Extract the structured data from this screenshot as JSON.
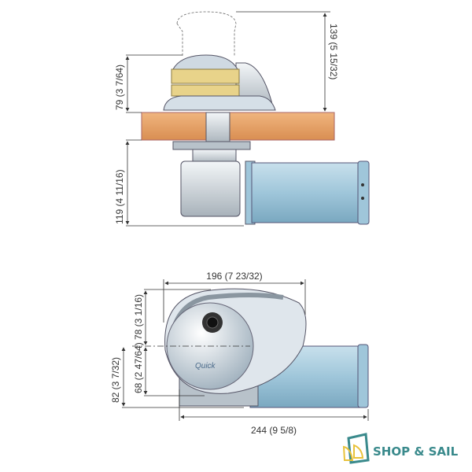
{
  "side_view": {
    "height_above_deck_open": "139 (5 15/32)",
    "height_above_deck": "79 (3 7/64)",
    "height_below_deck": "119 (4 11/16)"
  },
  "top_view": {
    "width": "196 (7 23/32)",
    "front_to_center": "78 (3 1/16)",
    "center_to_back": "68 (2 47/64)",
    "center_to_motor": "82 (3 7/32)",
    "overall_length": "244 (9 5/8)"
  },
  "logo": {
    "text": "SHOP & SAIL"
  },
  "colors": {
    "motor": "#a9cfe0",
    "deck": "#e9a468",
    "body": "#dfe6ec",
    "brand": "#3a8a8c"
  }
}
